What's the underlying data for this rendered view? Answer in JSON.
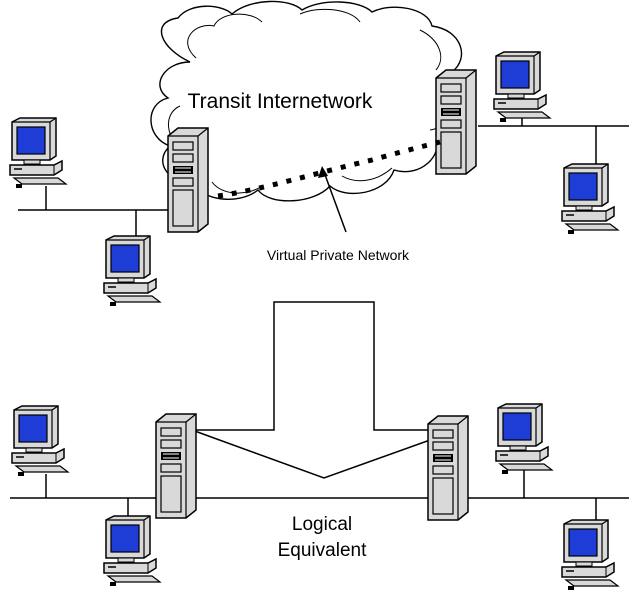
{
  "top": {
    "cloud_label": "Transit Internetwork",
    "vpn_label": "Virtual Private Network"
  },
  "bottom": {
    "equivalent_line1": "Logical",
    "equivalent_line2": "Equivalent"
  },
  "colors": {
    "screen": "#1E3CD6",
    "device": "#D9D9D9",
    "stroke": "#000000"
  },
  "icons": {
    "computer": "desktop-computer-icon",
    "server": "server-tower-icon",
    "cloud": "cloud-icon",
    "arrow": "down-arrow-icon"
  }
}
